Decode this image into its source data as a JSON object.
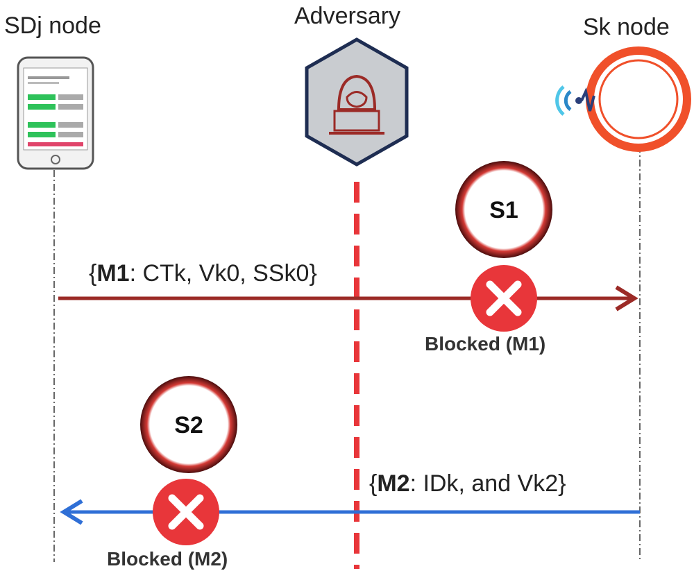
{
  "nodes": {
    "left": "SDj node",
    "middle": "Adversary",
    "right": "Sk node"
  },
  "messages": {
    "m1": {
      "id": "M1",
      "text": ": CTk, Vk0, SSk0"
    },
    "m2": {
      "id": "M2",
      "text": ": IDk, and Vk2"
    }
  },
  "steps": {
    "s1": "S1",
    "s2": "S2"
  },
  "blocked": {
    "m1": "Blocked (M1)",
    "m2": "Blocked (M2)"
  },
  "colors": {
    "m1_arrow": "#9b2a26",
    "m2_arrow": "#2f6fd6",
    "adversary_line": "#e8363a",
    "block_icon": "#e8363a",
    "sensor_ring": "#f0502a",
    "hexagon_fill": "#c9ccd0",
    "hexagon_border": "#1e2d52"
  },
  "icons": {
    "left_node": "smartphone-icon",
    "middle_node": "hacker-icon",
    "right_node": "sensor-icon",
    "blocked": "blocked-x-icon"
  }
}
